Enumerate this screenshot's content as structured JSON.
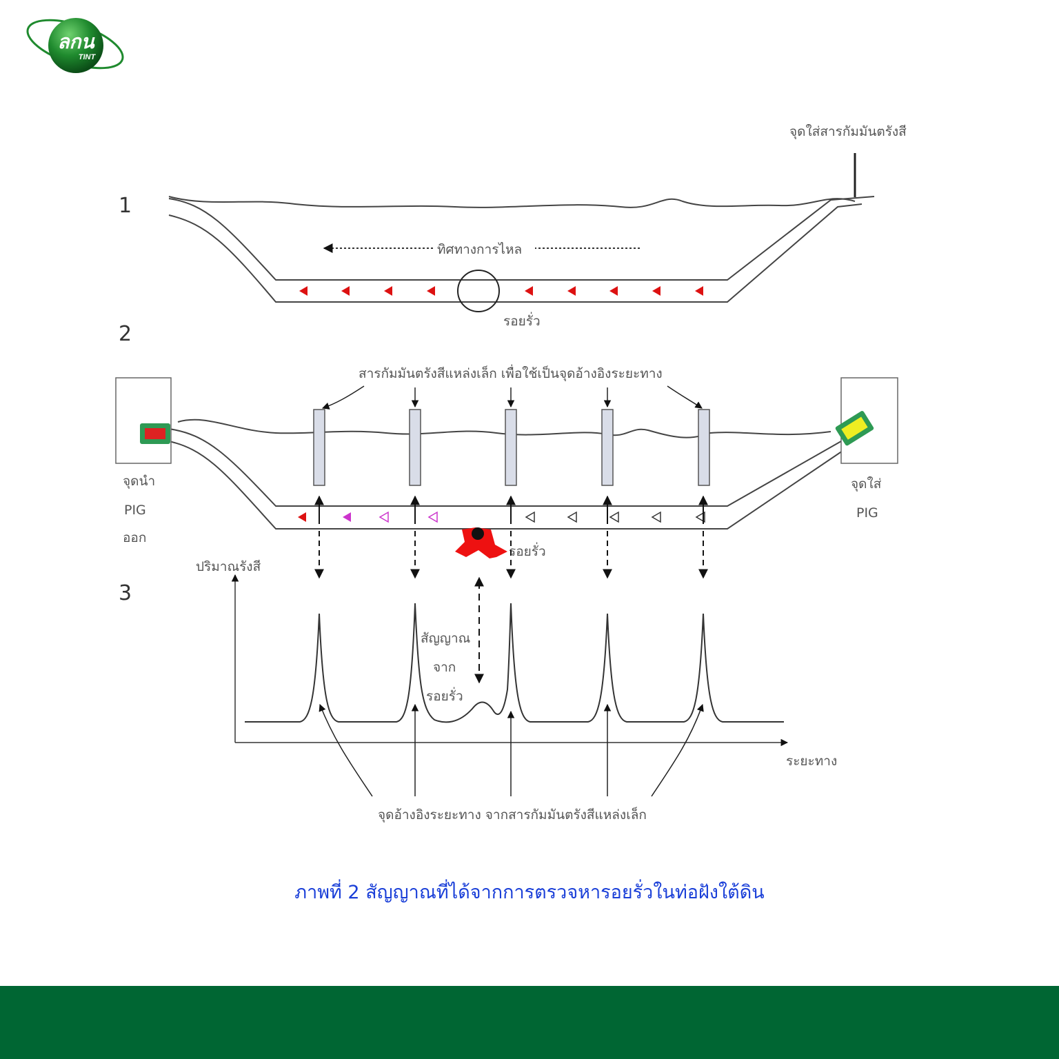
{
  "logo": {
    "text": "ลกน",
    "subtext": "TINT"
  },
  "steps": [
    "1",
    "2",
    "3"
  ],
  "labels": {
    "injection_point": "จุดใส่สารกัมมันตรังสี",
    "flow_direction": "ทิศทางการไหล",
    "leak_top": "รอยรั่ว",
    "markers": "สารกัมมันตรังสีแหล่งเล็ก เพื่อใช้เป็นจุดอ้างอิงระยะทาง",
    "pig_exit_line1": "จุดนำ",
    "pig_exit_line2": "PIG",
    "pig_exit_line3": "ออก",
    "pig_entry_line1": "จุดใส่",
    "pig_entry_line2": "PIG",
    "leak_mid": "รอยรั่ว",
    "y_axis": "ปริมาณรังสี",
    "x_axis": "ระยะทาง",
    "leak_signal_line1": "สัญญาณ",
    "leak_signal_line2": "จาก",
    "leak_signal_line3": "รอยรั่ว",
    "reference_points": "จุดอ้างอิงระยะทาง จากสารกัมมันตรังสีแหล่งเล็ก"
  },
  "caption": "ภาพที่ 2 สัญญาณที่ได้จากการตรวจหารอยรั่วในท่อฝังใต้ดิน",
  "colors": {
    "footer": "#006633",
    "caption": "#1a3fd8",
    "leak": "#ee1111",
    "pig_exit_body": "#dd2222",
    "pig_entry_body": "#eeee22",
    "logo_green": "#1f8a2e"
  }
}
